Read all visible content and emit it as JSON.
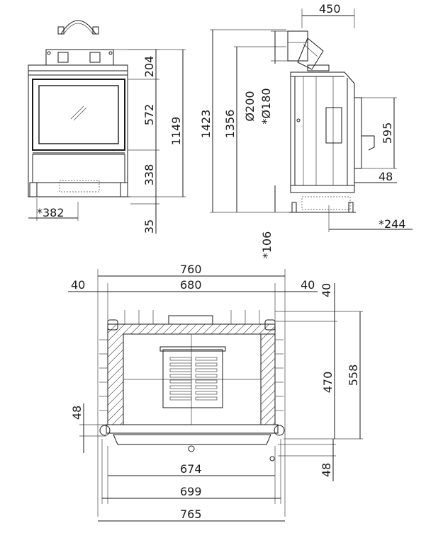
{
  "front_view": {
    "dims": {
      "top_height": "204",
      "glass_height": "572",
      "total_height": "1149",
      "bottom_height": "338",
      "foot_height": "35",
      "width_382": "*382"
    }
  },
  "side_view": {
    "dims": {
      "depth_top": "450",
      "height_1423": "1423",
      "height_1356": "1356",
      "flue_outer": "Ø200",
      "flue_inner": "*Ø180",
      "handle_height": "595",
      "offset_48": "48",
      "depth_244": "*244",
      "height_106": "*106"
    }
  },
  "plan_view": {
    "dims": {
      "width_760": "760",
      "width_680": "680",
      "left_40": "40",
      "right_40": "40",
      "top_40": "40",
      "depth_470": "470",
      "depth_558": "558",
      "left_48": "48",
      "right_48": "48",
      "width_674": "674",
      "width_699": "699",
      "width_765": "765"
    }
  }
}
